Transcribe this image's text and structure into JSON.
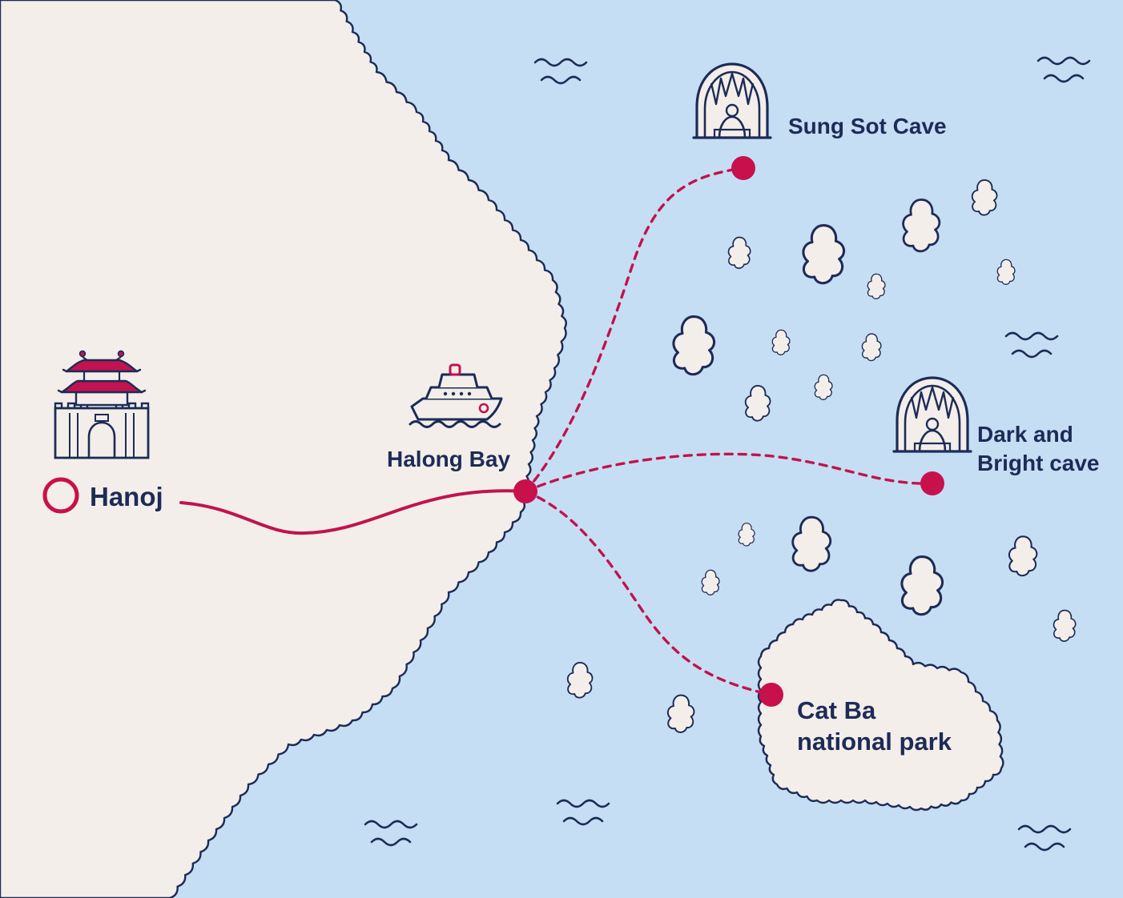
{
  "colors": {
    "sea": "#c6def3",
    "land": "#f3eee9",
    "coast": "#1d2b57",
    "route": "#c0134f",
    "marker": "#c8104c",
    "icon": "#1d2b57",
    "icon_accent": "#c0134f"
  },
  "places": {
    "hanoi": {
      "label": "Hanoj",
      "icon": "citadel-gate-icon",
      "marker": "hollow-circle"
    },
    "halong": {
      "label": "Halong Bay",
      "icon": "cruise-ship-icon",
      "marker": "filled-dot"
    },
    "sung_sot": {
      "label": "Sung Sot Cave",
      "icon": "cave-icon",
      "marker": "filled-dot"
    },
    "dark_bright": {
      "label_lines": [
        "Dark and",
        "Bright cave"
      ],
      "icon": "cave-icon",
      "marker": "filled-dot"
    },
    "cat_ba": {
      "label_lines": [
        "Cat Ba",
        "national park"
      ],
      "marker": "filled-dot"
    }
  },
  "routes": [
    {
      "from": "Hanoj",
      "to": "Halong Bay",
      "style": "solid"
    },
    {
      "from": "Halong Bay",
      "to": "Sung Sot Cave",
      "style": "dashed"
    },
    {
      "from": "Halong Bay",
      "to": "Dark and Bright cave",
      "style": "dashed"
    },
    {
      "from": "Halong Bay",
      "to": "Cat Ba national park",
      "style": "dashed"
    }
  ]
}
